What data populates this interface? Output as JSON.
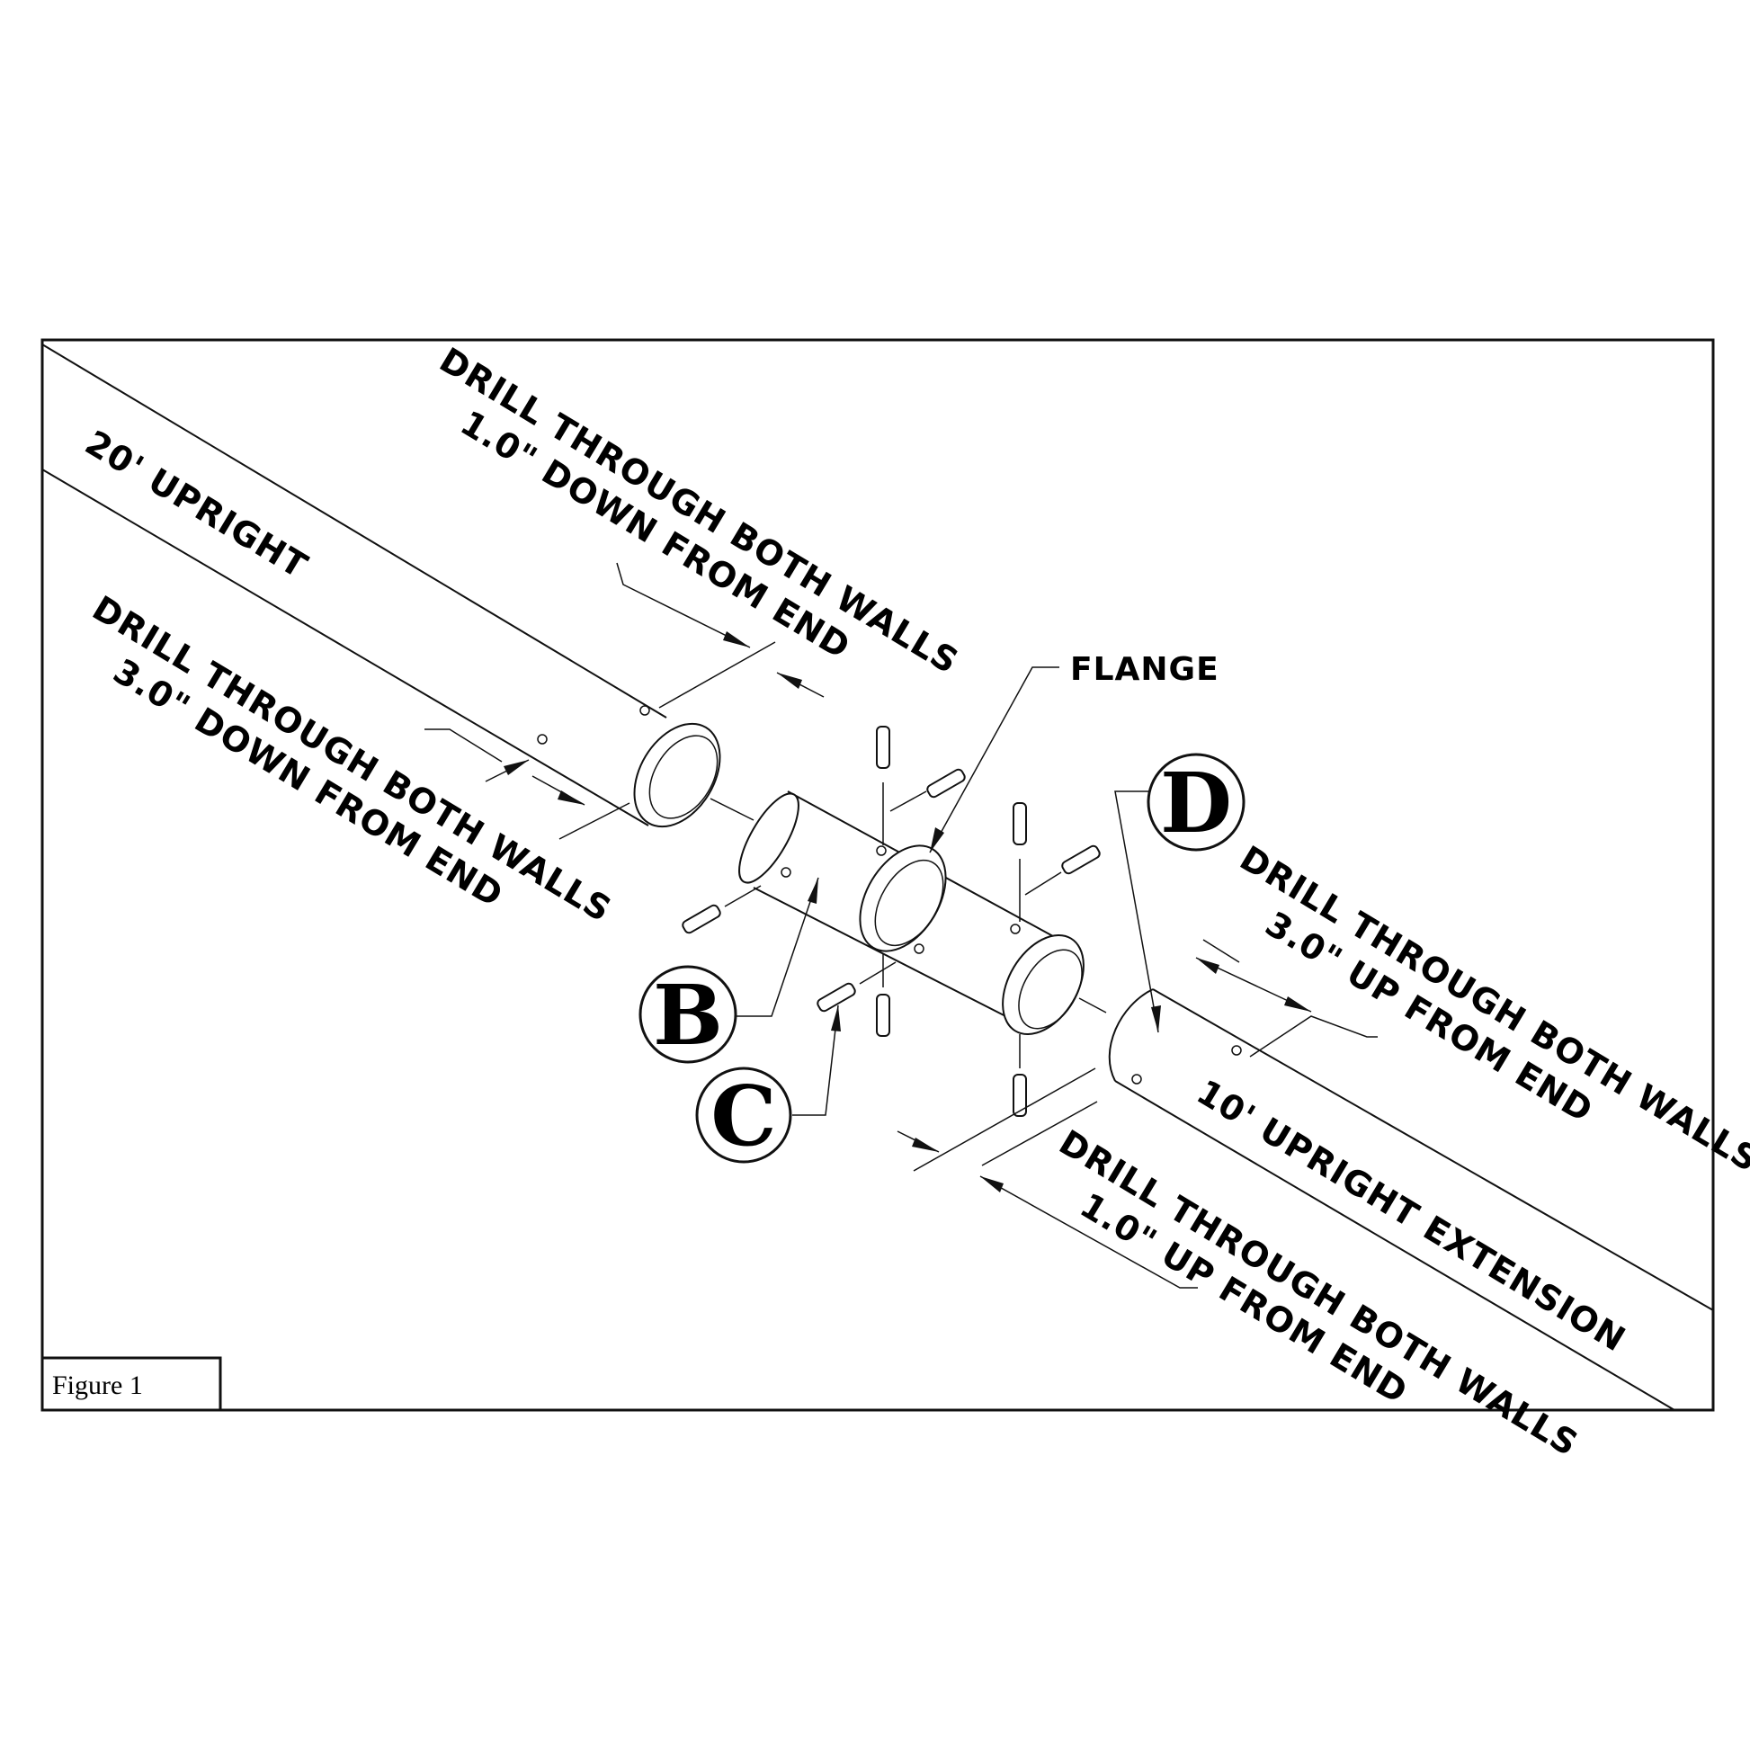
{
  "labels": {
    "upright_20": "20' UPRIGHT",
    "drill_top_line1": "DRILL THROUGH BOTH WALLS",
    "drill_top_line2": "1.0\" DOWN FROM END",
    "drill_left_line1": "DRILL THROUGH BOTH WALLS",
    "drill_left_line2": "3.0\" DOWN FROM END",
    "flange": "FLANGE",
    "drill_right_line1": "DRILL THROUGH BOTH WALLS",
    "drill_right_line2": "3.0\" UP FROM END",
    "extension_10": "10' UPRIGHT EXTENSION",
    "drill_bottom_line1": "DRILL THROUGH BOTH WALLS",
    "drill_bottom_line2": "1.0\" UP FROM END"
  },
  "callouts": {
    "b": "B",
    "c": "C",
    "d": "D"
  },
  "figure_caption": "Figure 1"
}
